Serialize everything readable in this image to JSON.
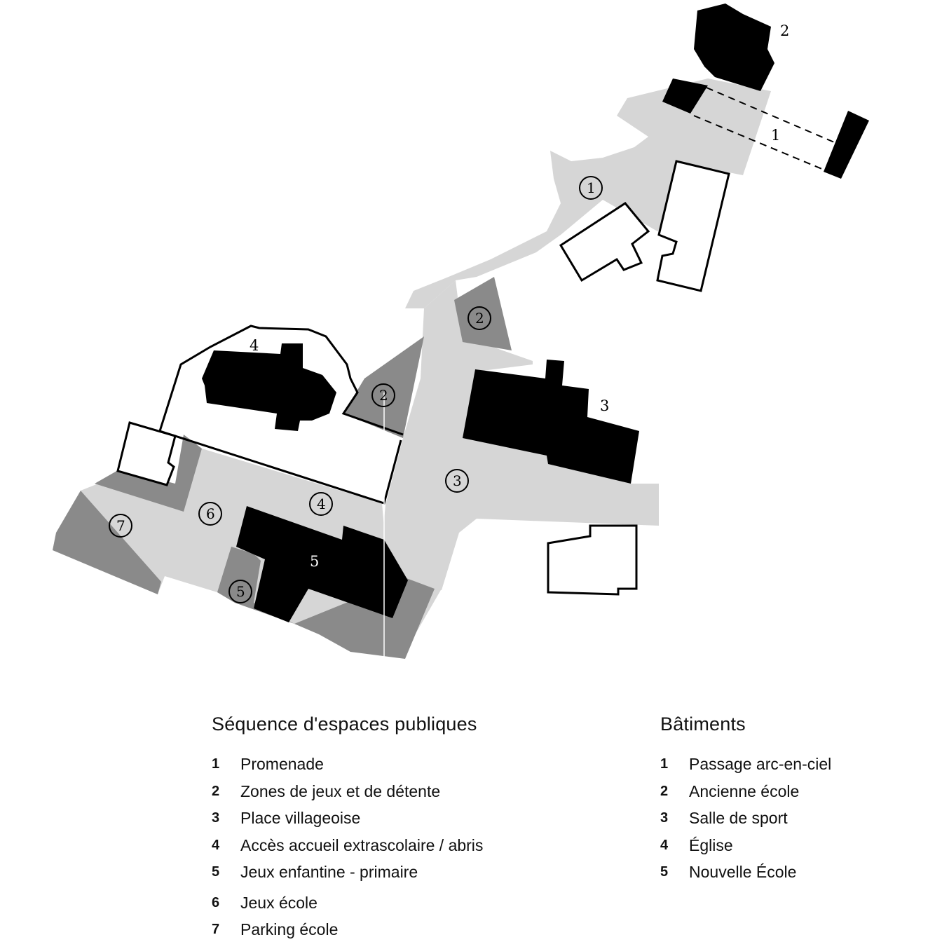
{
  "map": {
    "building_labels": {
      "b1": "1",
      "b2": "2",
      "b3": "3",
      "b4": "4",
      "b5": "5"
    },
    "space_markers": {
      "s1": "1",
      "s2a": "2",
      "s2b": "2",
      "s3": "3",
      "s4": "4",
      "s5": "5",
      "s6": "6",
      "s7": "7"
    },
    "colors": {
      "public_space": "#d6d6d6",
      "play_zone": "#8a8a8a",
      "building": "#000000",
      "other_building": "#ffffff"
    }
  },
  "legend_spaces": {
    "title": "Séquence d'espaces publiques",
    "items": [
      {
        "num": "1",
        "label": "Promenade"
      },
      {
        "num": "2",
        "label": "Zones de jeux et de détente"
      },
      {
        "num": "3",
        "label": "Place villageoise"
      },
      {
        "num": "4",
        "label": "Accès accueil extrascolaire / abris"
      },
      {
        "num": "5",
        "label": "Jeux enfantine - primaire"
      },
      {
        "num": "6",
        "label": "Jeux école"
      },
      {
        "num": "7",
        "label": "Parking école"
      }
    ]
  },
  "legend_buildings": {
    "title": "Bâtiments",
    "items": [
      {
        "num": "1",
        "label": "Passage arc-en-ciel"
      },
      {
        "num": "2",
        "label": "Ancienne école"
      },
      {
        "num": "3",
        "label": "Salle de sport"
      },
      {
        "num": "4",
        "label": "Église"
      },
      {
        "num": "5",
        "label": "Nouvelle École"
      }
    ]
  }
}
